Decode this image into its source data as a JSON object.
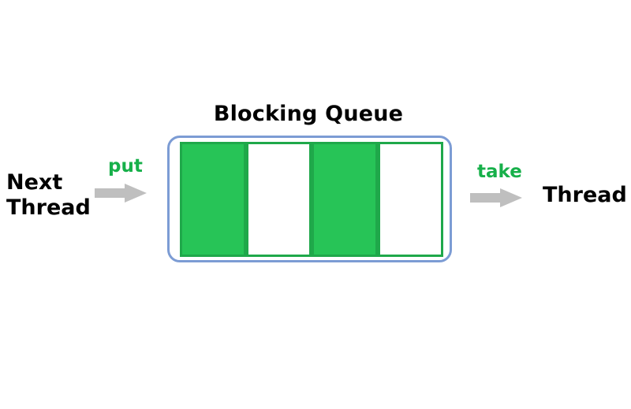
{
  "diagram": {
    "title": "Blocking Queue",
    "producer": {
      "thread_label": "Next\nThread",
      "action_label": "put",
      "arrow_icon": "arrow-right-icon",
      "arrow_direction": "right"
    },
    "consumer": {
      "thread_label": "Thread",
      "action_label": "take",
      "arrow_icon": "arrow-right-icon",
      "arrow_direction": "right"
    },
    "queue": {
      "capacity": 4,
      "filled_count": 2,
      "cells": [
        {
          "index": 0,
          "state": "filled"
        },
        {
          "index": 1,
          "state": "empty"
        },
        {
          "index": 2,
          "state": "filled"
        },
        {
          "index": 3,
          "state": "empty"
        }
      ]
    },
    "colors": {
      "cell_filled": "#27C457",
      "cell_border": "#1FA84A",
      "cell_empty": "#FFFFFF",
      "queue_border": "#7C9CD4",
      "arrow": "#BFBFBF",
      "action_text": "#17B04A",
      "thread_text": "#000000",
      "title_text": "#000000",
      "background": "#FFFFFF"
    }
  }
}
